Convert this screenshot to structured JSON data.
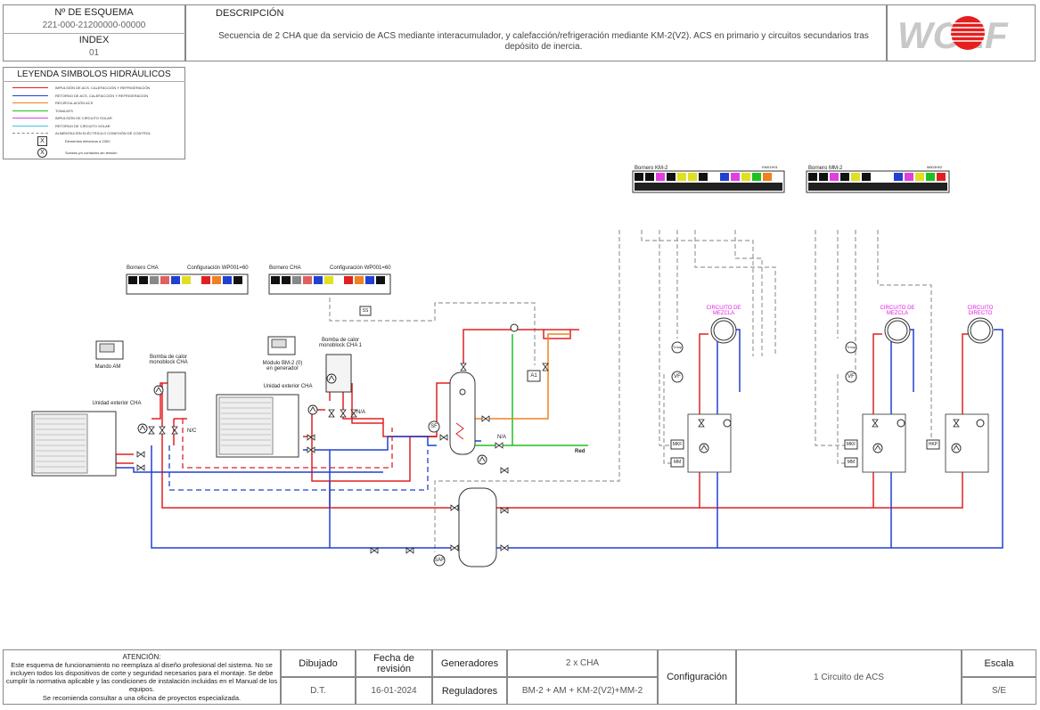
{
  "header": {
    "scheme_label": "Nº DE ESQUEMA",
    "scheme_number": "221-000-21200000-00000",
    "index_label": "INDEX",
    "index_value": "01",
    "description_label": "DESCRIPCIÓN",
    "description_text": "Secuencia de 2 CHA que da servicio de ACS mediante interacumulador, y calefacción/refrigeración mediante KM-2(V2). ACS en primario y circuitos secundarios tras depósito de inercia.",
    "logo_text": "WOLF"
  },
  "legend": {
    "title": "LEYENDA SIMBOLOS HIDRÁULICOS",
    "items": [
      {
        "text": "IMPULSIÓN DE ACS, CALEFACCIÓN Y REFRIGERACIÓN",
        "color": "#e02020"
      },
      {
        "text": "RETORNO DE ACS, CALEFACCIÓN Y REFRIGERACIÓN",
        "color": "#2040d0"
      },
      {
        "text": "RECIRCULACIÓN ACS",
        "color": "#f08020"
      },
      {
        "text": "TOMA AFS",
        "color": "#20c020"
      },
      {
        "text": "IMPULSIÓN DE CIRCUITO SOLAR",
        "color": "#e040e0"
      },
      {
        "text": "RETORNO DE CIRCUITO SOLAR",
        "color": "#40c0e0"
      },
      {
        "text": "ALIMENTACIÓN ELÉCTRICA O CONEXIÓN DE CONTROL",
        "color": "#888888"
      }
    ],
    "symbols": [
      {
        "mark": "X",
        "text": "Elementos eléctricos a 230V"
      },
      {
        "mark": "X",
        "text": "Sondas y/o contactos sin tensión"
      }
    ]
  },
  "diagram": {
    "bornero_cha_1": "Bornero CHA",
    "config_1": "Configuración WP001=60",
    "bornero_cha_2": "Bornero CHA",
    "config_2": "Configuración WP001=60",
    "bornero_km2": "Bornero KM-2",
    "km_code": "KM01H01",
    "bornero_mm2": "Bornero MM-2",
    "mm_code": "M603H02",
    "mando_am": "Mando AM",
    "bomba_1": "Bomba de calor monoblock CHA",
    "unidad_1": "Unidad exterior CHA",
    "modulo_bm2": "Módulo BM-2 (0) en generador",
    "bomba_2": "Bomba de calor monoblock CHA 1",
    "unidad_2": "Unidad exterior CHA",
    "nc": "N/C",
    "na_1": "N/A",
    "na_2": "N/A",
    "circuito_mezcla_1": "CIRCUITO DE MEZCLA",
    "circuito_mezcla_2": "CIRCUITO DE MEZCLA",
    "circuito_directo": "CIRCUITO DIRECTO",
    "red": "Red",
    "sf": "SF",
    "saf": "SAF",
    "a1": "A1",
    "ss": "SS",
    "tmop_1": "Tmop",
    "tmop_2": "Tmop",
    "vf_1": "VF",
    "vf_2": "VF",
    "mkf_1": "MKF",
    "mkf_2": "MKF",
    "mm_1": "MM",
    "mm_2": "MM",
    "hkp": "HKP"
  },
  "footer": {
    "attention_title": "ATENCIÓN:",
    "attention_text": "Este esquema de funcionamiento no reemplaza al diseño profesional del sistema. No se incluyen todos los dispositivos de corte y seguridad necesarios para el montaje. Se debe cumplir la normativa aplicable y las condiciones de instalación incluidas en el Manual de los equipos.",
    "attention_note": "Se recomienda consultar a una oficina de proyectos especializada.",
    "dibujado_label": "Dibujado",
    "dibujado_value": "D.T.",
    "fecha_label": "Fecha de revisión",
    "fecha_value": "16-01-2024",
    "generadores_label": "Generadores",
    "generadores_value": "2 x CHA",
    "reguladores_label": "Reguladores",
    "reguladores_value": "BM-2 + AM + KM-2(V2)+MM-2",
    "configuracion_label": "Configuración",
    "configuracion_value": "1 Circuito de ACS",
    "escala_label": "Escala",
    "escala_value": "S/E"
  }
}
